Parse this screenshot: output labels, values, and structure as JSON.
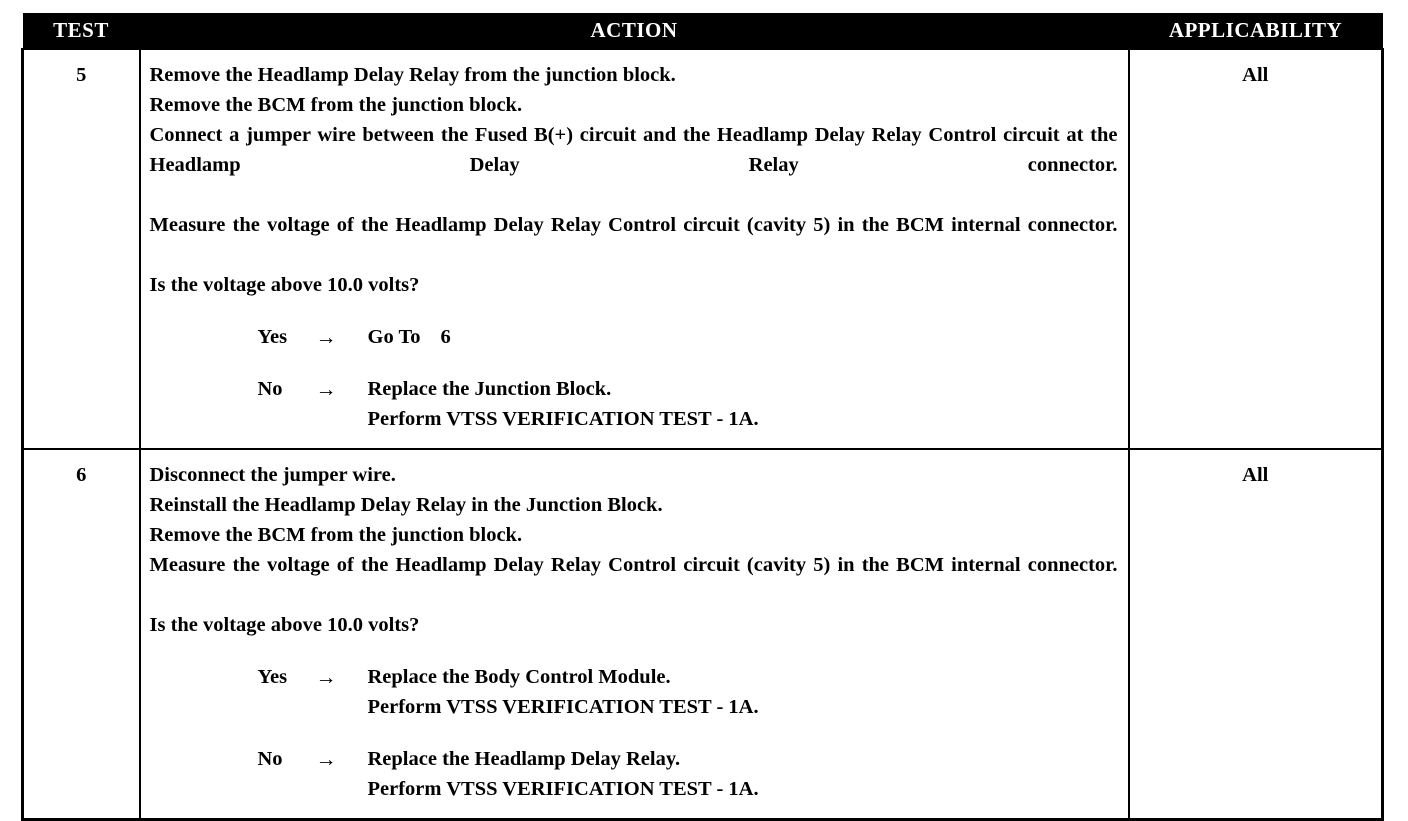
{
  "table": {
    "headers": {
      "test": "TEST",
      "action": "ACTION",
      "applicability": "APPLICABILITY"
    },
    "rows": [
      {
        "test": "5",
        "applicability": "All",
        "statements": [
          "Remove the Headlamp Delay Relay from the junction block.",
          "Remove the BCM from the junction block.",
          "Connect a jumper wire between the Fused B(+) circuit and the Headlamp Delay Relay Control circuit at the Headlamp Delay Relay connector.",
          "Measure the voltage of the Headlamp Delay Relay Control circuit (cavity 5) in the BCM internal connector.",
          "Is the voltage above 10.0 volts?"
        ],
        "branches": [
          {
            "label": "Yes",
            "arrow": "→",
            "lines": [
              "Go To"
            ],
            "goto": "6"
          },
          {
            "label": "No",
            "arrow": "→",
            "lines": [
              "Replace the Junction Block.",
              "Perform VTSS VERIFICATION TEST - 1A."
            ]
          }
        ]
      },
      {
        "test": "6",
        "applicability": "All",
        "statements": [
          "Disconnect the jumper wire.",
          "Reinstall the Headlamp Delay Relay in the Junction Block.",
          "Remove the BCM from the junction block.",
          "Measure the voltage of the Headlamp Delay Relay Control circuit (cavity 5) in the BCM internal connector.",
          "Is the voltage above 10.0 volts?"
        ],
        "branches": [
          {
            "label": "Yes",
            "arrow": "→",
            "lines": [
              "Replace the Body Control Module.",
              "Perform VTSS VERIFICATION TEST - 1A."
            ]
          },
          {
            "label": "No",
            "arrow": "→",
            "lines": [
              "Replace the Headlamp Delay Relay.",
              "Perform VTSS VERIFICATION TEST - 1A."
            ]
          }
        ]
      }
    ]
  },
  "colors": {
    "header_background": "#000000",
    "header_text": "#ffffff",
    "border": "#000000",
    "page_background": "#ffffff",
    "body_text": "#000000"
  }
}
